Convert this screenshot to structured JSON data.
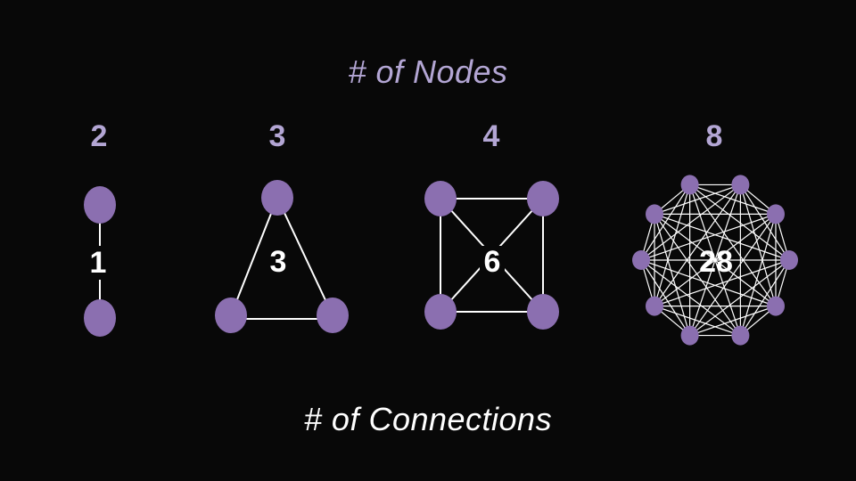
{
  "header": {
    "title": "# of Nodes"
  },
  "footer": {
    "title": "# of Connections"
  },
  "colors": {
    "background": "#080808",
    "node_fill": "#8b6fb0",
    "edge": "#ffffff",
    "label_purple": "#b3a6d4",
    "label_white": "#ffffff"
  },
  "graphs": [
    {
      "nodes_label": "2",
      "connections_label": "1"
    },
    {
      "nodes_label": "3",
      "connections_label": "3"
    },
    {
      "nodes_label": "4",
      "connections_label": "6"
    },
    {
      "nodes_label": "8",
      "connections_label": "28"
    }
  ]
}
